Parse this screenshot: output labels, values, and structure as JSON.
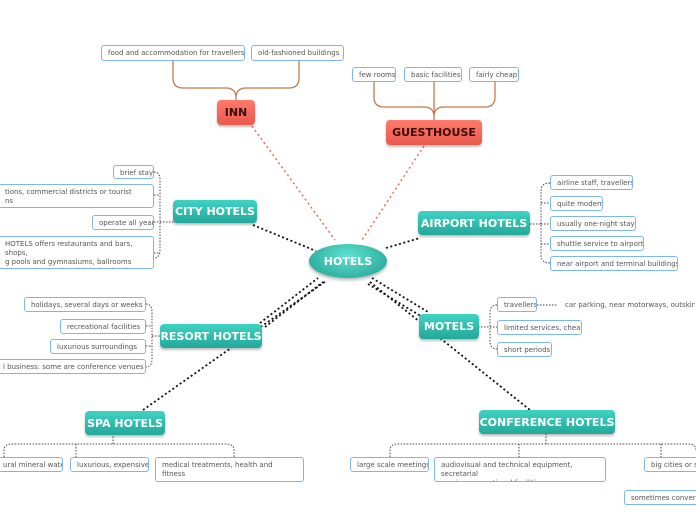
{
  "center": {
    "label": "HOTELS"
  },
  "branches": {
    "inn": {
      "label": "INN",
      "leaves": [
        "food and accommodation for travellers",
        "old-fashioned buildings"
      ]
    },
    "guesthouse": {
      "label": "GUESTHOUSE",
      "leaves": [
        "few rooms",
        "basic facilities",
        "fairly cheap"
      ]
    },
    "city": {
      "label": "CITY HOTELS",
      "leaves": [
        "brief stay",
        "tions, commercial districts or tourist\nns",
        "operate all year",
        "HOTELS offers restaurants and bars, shops,\ng pools and gymnasiums, ballrooms\ng receptions and social gatherings)"
      ]
    },
    "airport": {
      "label": "AIRPORT HOTELS",
      "leaves": [
        "airline staff, travellers",
        "quite modern",
        "usually one-night stays",
        "shuttle service to airport",
        "near airport and terminal buildings"
      ]
    },
    "resort": {
      "label": "RESORT HOTELS",
      "leaves": [
        "holidays, several days or weeks",
        "recreational facilities",
        "luxurious surroundings",
        "l business: some are conference venues"
      ]
    },
    "motels": {
      "label": "MOTELS",
      "leaves": [
        "travellers",
        "car parking, near motorways, outskirts",
        "limited services, cheap",
        "short periods"
      ]
    },
    "spa": {
      "label": "SPA HOTELS",
      "leaves": [
        "ural mineral water",
        "luxurious, expensive",
        "medical treatments, health and fitness\nprogrammes"
      ]
    },
    "conference": {
      "label": "CONFERENCE HOTELS",
      "leaves": [
        "large scale meetings",
        "audiovisual and technical equipment, secretarial\nservice, recreational facilities",
        "big cities or se",
        "sometimes conversi"
      ]
    }
  },
  "colors": {
    "accent": "#2bb5a6",
    "highlight": "#ee6a5c",
    "leaf_border": "#7fb6ea",
    "leaf_text": "#555555",
    "connector": "#c77a4a"
  }
}
